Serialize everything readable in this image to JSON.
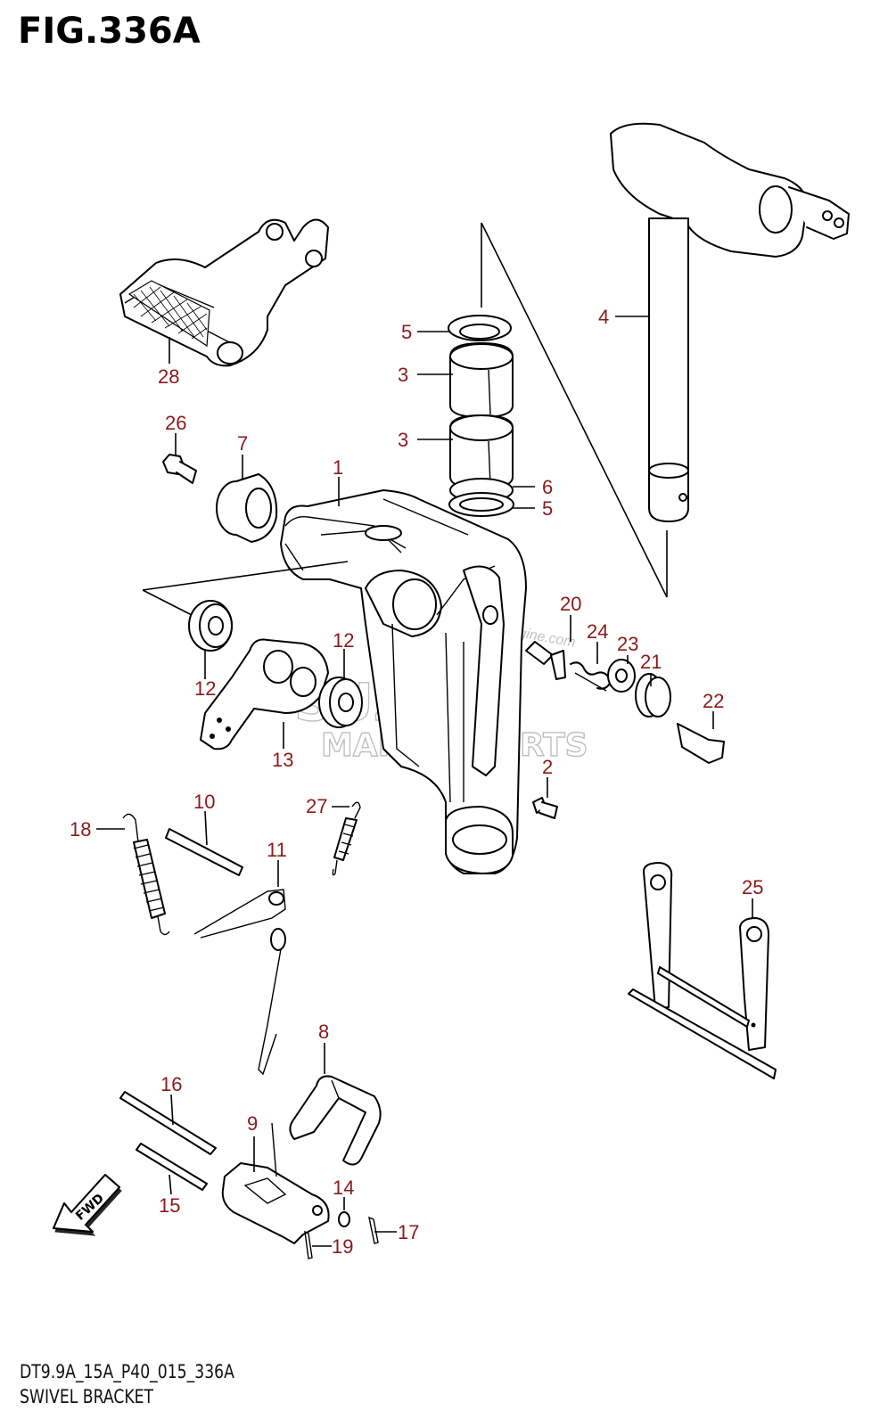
{
  "figure": {
    "title": "FIG.336A",
    "code": "DT9.9A_15A_P40_015_336A",
    "name": "SWIVEL BRACKET"
  },
  "watermark": {
    "brand": "SUZUKI",
    "subtitle": "MARINE PARTS",
    "site": "marineengine.com"
  },
  "fwd_label": "FWD",
  "callouts": [
    "1",
    "2",
    "3",
    "3",
    "4",
    "5",
    "5",
    "6",
    "7",
    "8",
    "9",
    "10",
    "11",
    "12",
    "12",
    "13",
    "14",
    "15",
    "16",
    "17",
    "18",
    "19",
    "20",
    "21",
    "22",
    "23",
    "24",
    "25",
    "26",
    "27",
    "28"
  ],
  "colors": {
    "callout": "#8b1a1a",
    "line": "#000000",
    "watermark": "#b9b9b9"
  }
}
